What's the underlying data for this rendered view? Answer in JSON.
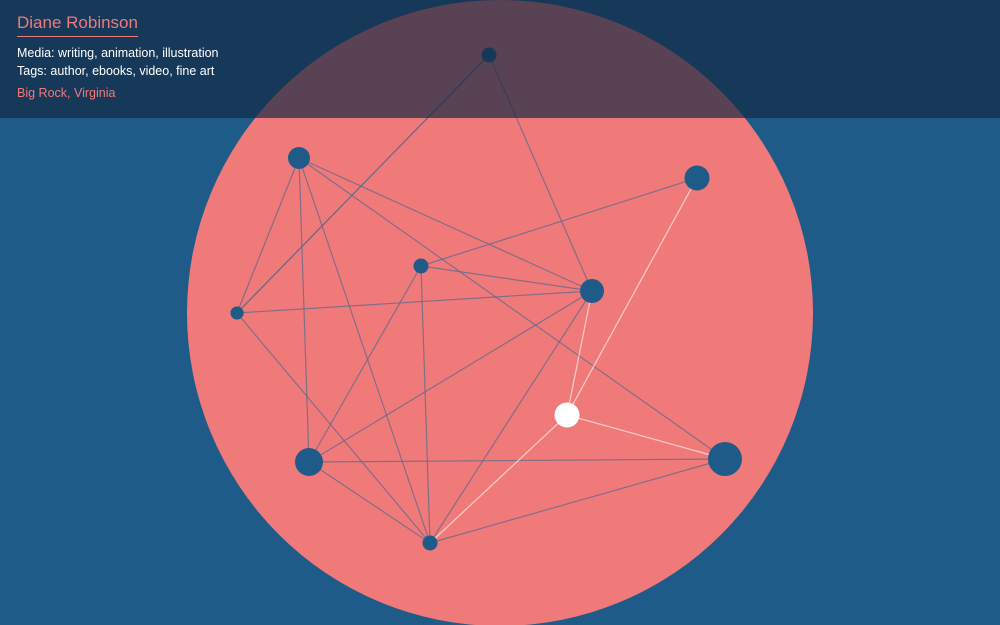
{
  "profile": {
    "name": "Diane Robinson",
    "media_label": "Media:",
    "media": "writing, animation, illustration",
    "tags_label": "Tags:",
    "tags": "author, ebooks, video, fine art",
    "location": "Big Rock, Virginia"
  },
  "colors": {
    "background": "#1f5b88",
    "circle": "#f07a7a",
    "node": "#1f5b88",
    "selected_node": "#ffffff",
    "edge": "#5f6a8a",
    "highlight_edge": "#ffd3d3",
    "accent_text": "#f07a7a"
  },
  "graph": {
    "selected": "n11",
    "nodes": [
      {
        "id": "n1",
        "weight": 1
      },
      {
        "id": "n2",
        "weight": 2
      },
      {
        "id": "n3",
        "weight": 2
      },
      {
        "id": "n4",
        "weight": 1
      },
      {
        "id": "n5",
        "weight": 1
      },
      {
        "id": "n6",
        "weight": 2
      },
      {
        "id": "n7",
        "weight": 3
      },
      {
        "id": "n8",
        "weight": 1
      },
      {
        "id": "n9",
        "weight": 3
      },
      {
        "id": "n10",
        "weight": 1
      },
      {
        "id": "n11",
        "weight": 2
      }
    ],
    "edges": [
      [
        "n1",
        "n5"
      ],
      [
        "n1",
        "n6"
      ],
      [
        "n1",
        "n10"
      ],
      [
        "n2",
        "n5"
      ],
      [
        "n2",
        "n6"
      ],
      [
        "n2",
        "n7"
      ],
      [
        "n2",
        "n8"
      ],
      [
        "n2",
        "n9"
      ],
      [
        "n3",
        "n4"
      ],
      [
        "n3",
        "n11"
      ],
      [
        "n4",
        "n6"
      ],
      [
        "n4",
        "n8"
      ],
      [
        "n4",
        "n7"
      ],
      [
        "n5",
        "n6"
      ],
      [
        "n5",
        "n8"
      ],
      [
        "n6",
        "n7"
      ],
      [
        "n6",
        "n8"
      ],
      [
        "n6",
        "n11"
      ],
      [
        "n7",
        "n8"
      ],
      [
        "n7",
        "n9"
      ],
      [
        "n8",
        "n9"
      ],
      [
        "n8",
        "n11"
      ],
      [
        "n9",
        "n11"
      ]
    ]
  }
}
